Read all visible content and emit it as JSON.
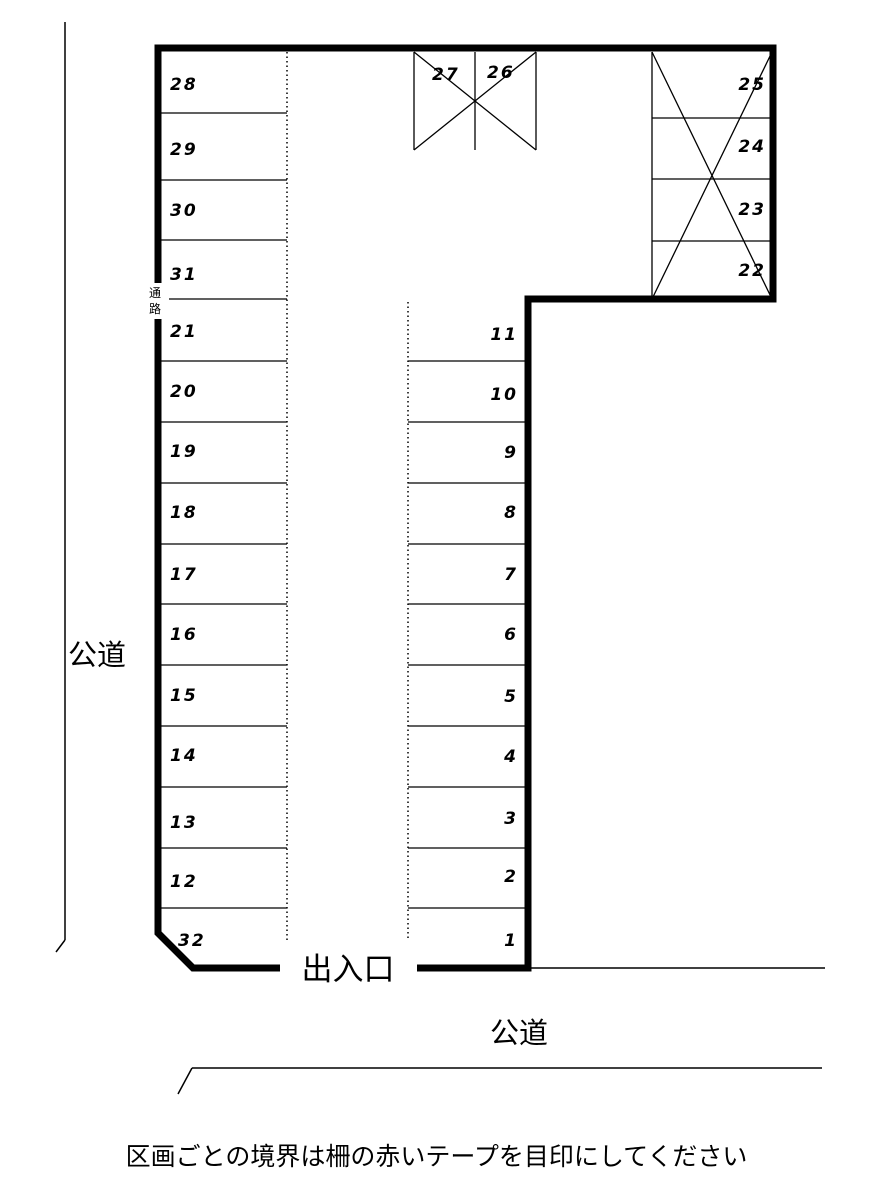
{
  "road_left_label": "公道",
  "road_bottom_label": "公道",
  "entrance_label": "出入口",
  "passage_label_chars": [
    "通",
    "路"
  ],
  "footer_note": "区画ごとの境界は柵の赤いテープを目印にしてください",
  "left_column": [
    "28",
    "29",
    "30",
    "31",
    "21",
    "20",
    "19",
    "18",
    "17",
    "16",
    "15",
    "14",
    "13",
    "12",
    "32"
  ],
  "right_column": [
    "11",
    "10",
    "9",
    "8",
    "7",
    "6",
    "5",
    "4",
    "3",
    "2",
    "1"
  ],
  "top_slots": [
    "27",
    "26"
  ],
  "corner_slots": [
    "25",
    "24",
    "23",
    "22"
  ]
}
